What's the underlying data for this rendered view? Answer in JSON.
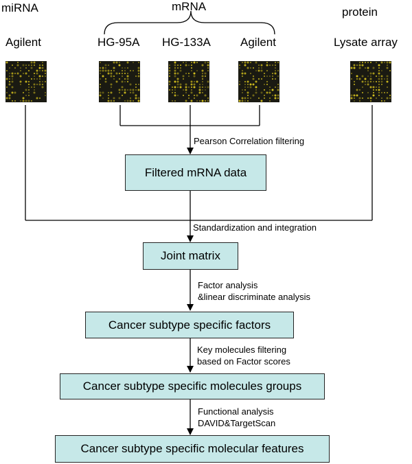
{
  "headers": {
    "mirna": "miRNA",
    "mrna": "mRNA",
    "protein": "protein"
  },
  "sources": {
    "mirna_agilent": "Agilent",
    "hg95a": "HG-95A",
    "hg133a": "HG-133A",
    "mrna_agilent": "Agilent",
    "lysate": "Lysate array"
  },
  "steps": {
    "pearson": "Pearson Correlation filtering",
    "standardization": "Standardization and integration",
    "factor": "Factor analysis\n&linear discriminate analysis",
    "key_molecules": "Key molecules filtering\nbased on Factor scores",
    "functional": "Functional analysis\nDAVID&TargetScan"
  },
  "boxes": {
    "filtered": "Filtered mRNA data",
    "joint": "Joint matrix",
    "factors": "Cancer subtype specific factors",
    "groups": "Cancer subtype specific molecules groups",
    "features": "Cancer subtype specific molecular features"
  },
  "colors": {
    "box_fill": "#c6e8e8",
    "chip_bg": "#1a1a12",
    "chip_dot": "#d6c21e"
  }
}
